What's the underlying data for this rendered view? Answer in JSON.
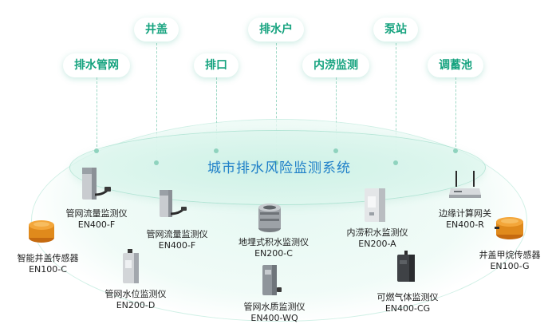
{
  "categories": {
    "jinggai": "井盖",
    "paishuihu": "排水户",
    "bengzhan": "泵站",
    "paishuiguanwang": "排水管网",
    "paikou": "排口",
    "neilaojiance": "内涝监测",
    "tiaoxuchi": "调蓄池"
  },
  "system_title": "城市排水风险监测系统",
  "devices": {
    "flow_left": {
      "name": "管网流量监测仪",
      "model": "EN400-F"
    },
    "flow_right": {
      "name": "管网流量监测仪",
      "model": "EN400-F"
    },
    "manhole_sensor": {
      "name": "智能井盖传感器",
      "model": "EN100-C"
    },
    "water_level": {
      "name": "管网水位监测仪",
      "model": "EN200-D"
    },
    "buried_water": {
      "name": "地埋式积水监测仪",
      "model": "EN200-C"
    },
    "water_quality": {
      "name": "管网水质监测仪",
      "model": "EN400-WQ"
    },
    "waterlogging": {
      "name": "内涝积水监测仪",
      "model": "EN200-A"
    },
    "gas": {
      "name": "可燃气体监测仪",
      "model": "EN400-CG"
    },
    "gateway": {
      "name": "边缘计算网关",
      "model": "EN400-R"
    },
    "methane": {
      "name": "井盖甲烷传感器",
      "model": "EN100-G"
    }
  },
  "colors": {
    "accent_green": "#16a37f",
    "title_blue": "#1e7fc8",
    "dash_green": "#9fd8c6"
  }
}
